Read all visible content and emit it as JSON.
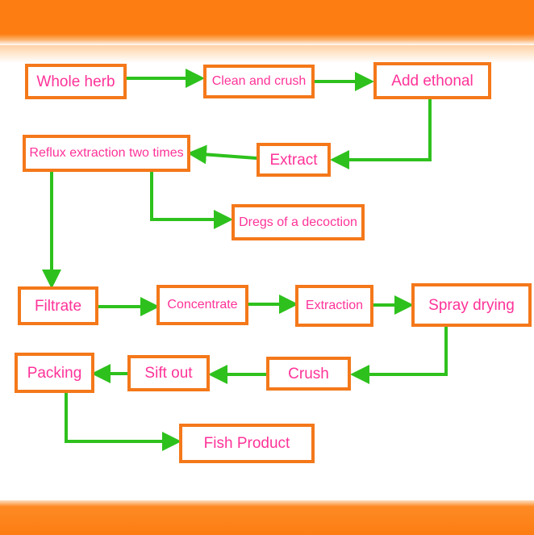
{
  "nodes": {
    "whole_herb": "Whole herb",
    "clean_crush": "Clean and crush",
    "add_ethonal": "Add ethonal",
    "extract": "Extract",
    "reflux": "Reflux extraction two times",
    "dregs": "Dregs of a decoction",
    "filtrate": "Filtrate",
    "concentrate": "Concentrate",
    "extraction": "Extraction",
    "spray_drying": "Spray drying",
    "crush": "Crush",
    "sift_out": "Sift out",
    "packing": "Packing",
    "fish_product": "Fish Product"
  },
  "colors": {
    "band": "#fd7d12",
    "box_border": "#f4781a",
    "text": "#ff3399",
    "arrow": "#2ec11d"
  }
}
